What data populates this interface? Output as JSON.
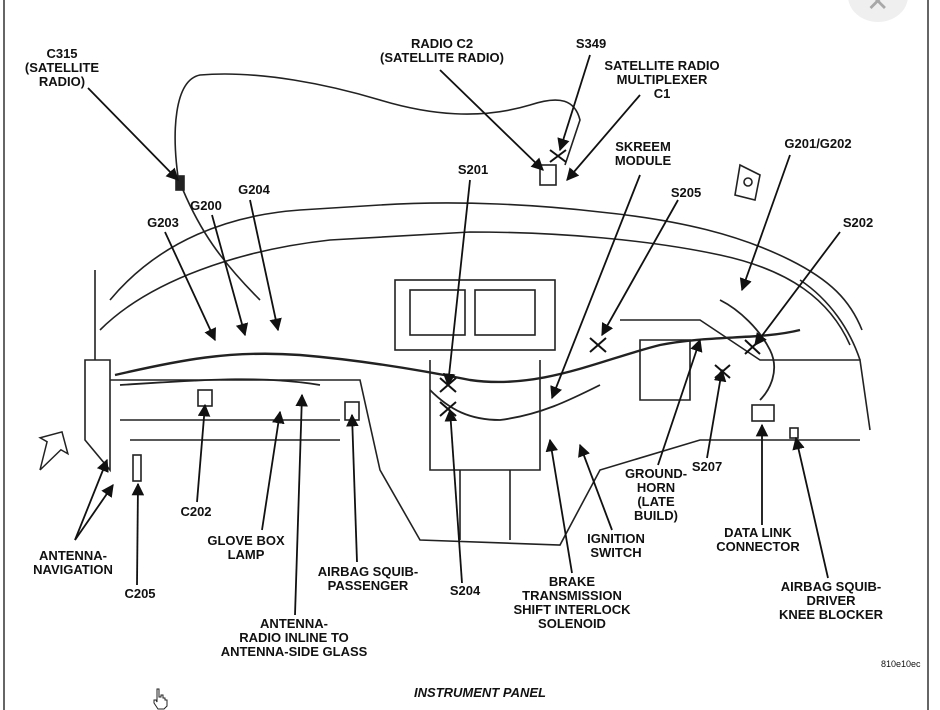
{
  "diagram": {
    "caption": "INSTRUMENT PANEL",
    "figure_code": "810e10ec",
    "labels": {
      "c315": "C315\n(SATELLITE\nRADIO)",
      "radio_c2": "RADIO C2\n(SATELLITE RADIO)",
      "s349": "S349",
      "sat_mux": "SATELLITE RADIO\nMULTIPLEXER\nC1",
      "skreem": "SKREEM\nMODULE",
      "g201_g202": "G201/G202",
      "s201": "S201",
      "s205": "S205",
      "g204": "G204",
      "g200": "G200",
      "g203": "G203",
      "s202": "S202",
      "c202": "C202",
      "ground_horn": "GROUND-\nHORN\n(LATE\nBUILD)",
      "s207": "S207",
      "antenna_nav": "ANTENNA-\nNAVIGATION",
      "glove_box_lamp": "GLOVE BOX\nLAMP",
      "data_link": "DATA LINK\nCONNECTOR",
      "ignition_switch": "IGNITION\nSWITCH",
      "airbag_squib_passenger": "AIRBAG SQUIB-\nPASSENGER",
      "c205": "C205",
      "brake_solenoid": "BRAKE\nTRANSMISSION\nSHIFT INTERLOCK\nSOLENOID",
      "s204": "S204",
      "airbag_squib_driver": "AIRBAG SQUIB-\nDRIVER\nKNEE BLOCKER",
      "antenna_radio": "ANTENNA-\nRADIO INLINE TO\nANTENNA-SIDE GLASS"
    }
  },
  "window": {
    "close_icon": "close-icon",
    "close_glyph": "✕",
    "cursor_icon": "hand-cursor-icon"
  }
}
